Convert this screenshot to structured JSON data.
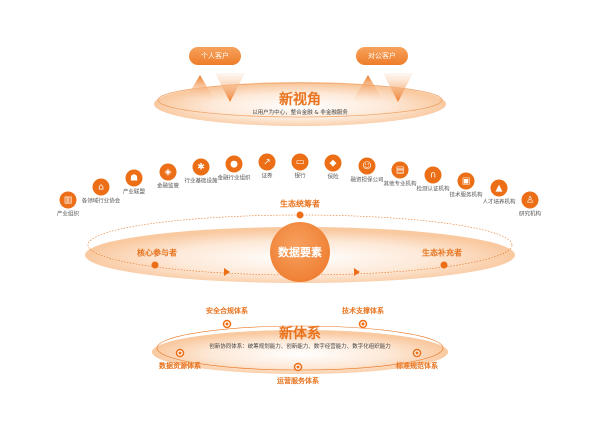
{
  "top": {
    "personal_label": "个人客户",
    "corporate_label": "对公客户",
    "title": "新视角",
    "subtitle": "以用户为中心，整合金融 & 非金融服务"
  },
  "organizations": [
    {
      "label": "产业组织",
      "icon": "factory-icon"
    },
    {
      "label": "各领域行业协会",
      "icon": "home-icon"
    },
    {
      "label": "产业联盟",
      "icon": "bank-icon"
    },
    {
      "label": "金融监管",
      "icon": "shield-icon"
    },
    {
      "label": "行业基础设施",
      "icon": "tools-icon"
    },
    {
      "label": "金融行业组织",
      "icon": "money-bag-icon"
    },
    {
      "label": "证券",
      "icon": "chart-icon"
    },
    {
      "label": "银行",
      "icon": "card-icon"
    },
    {
      "label": "保险",
      "icon": "insurance-shield-icon"
    },
    {
      "label": "融资担保公司",
      "icon": "hand-icon"
    },
    {
      "label": "其他专业机构",
      "icon": "document-icon"
    },
    {
      "label": "检测认证机构",
      "icon": "headset-icon"
    },
    {
      "label": "技术服务机构",
      "icon": "chip-icon"
    },
    {
      "label": "人才培养机构",
      "icon": "graduation-cap-icon"
    },
    {
      "label": "研究机构",
      "icon": "microscope-icon"
    }
  ],
  "middle": {
    "core_label": "数据要素",
    "coordinator": "生态统筹者",
    "core_participant": "核心参与者",
    "supplement": "生态补充者"
  },
  "bottom": {
    "title": "新体系",
    "subtitle": "创新协同体系：统筹规划能力、创新能力、数字经营能力、数字化组织能力",
    "systems": {
      "security": "安全合规体系",
      "tech": "技术支撑体系",
      "data": "数据资源体系",
      "operations": "运营服务体系",
      "standards": "标准规范体系"
    }
  },
  "colors": {
    "accent": "#ec6e16",
    "light": "#fbd9bd"
  }
}
